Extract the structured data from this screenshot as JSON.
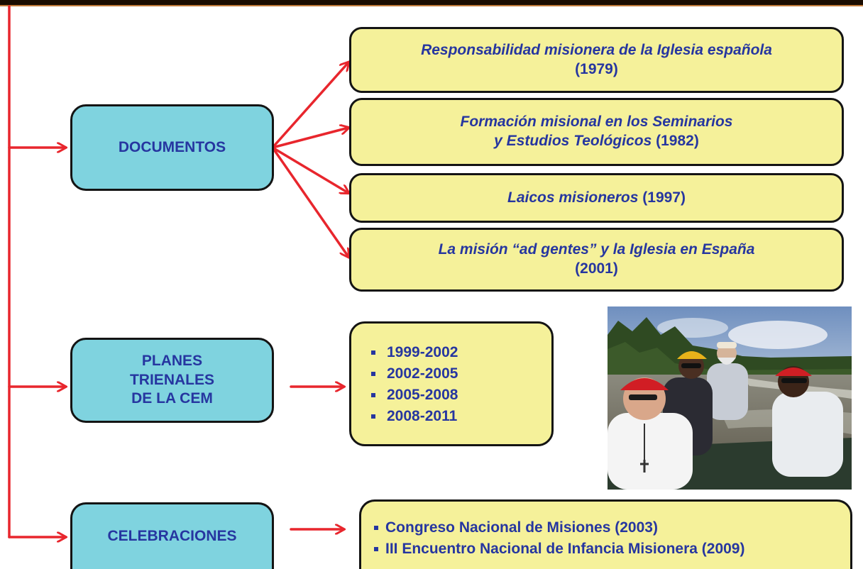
{
  "categories": {
    "documentos": "DOCUMENTOS",
    "planes": [
      "PLANES",
      "TRIENALES",
      "DE LA CEM"
    ],
    "celebraciones": "CELEBRACIONES"
  },
  "documents": [
    {
      "title_lines": [
        "Responsabilidad misionera de la Iglesia española"
      ],
      "year_line": "(1979)"
    },
    {
      "title_line1": "Formación misional en los Seminarios",
      "title_line2": "y Estudios Teológicos",
      "year": "(1982)"
    },
    {
      "title": "Laicos misioneros",
      "year": "(1997)"
    },
    {
      "title": "La misión “ad gentes” y la Iglesia en España",
      "year_line": "(2001)"
    }
  ],
  "planes_list": [
    "1999-2002",
    "2002-2005",
    "2005-2008",
    "2008-2011"
  ],
  "celebraciones_list": [
    "Congreso Nacional de Misiones (2003)",
    "III Encuentro Nacional de Infancia Misionera (2009)"
  ],
  "colors": {
    "arrow": "#e8262d",
    "category_fill": "#7fd3df",
    "item_fill": "#f5f19a",
    "text": "#2636a0",
    "outline": "#141414"
  }
}
